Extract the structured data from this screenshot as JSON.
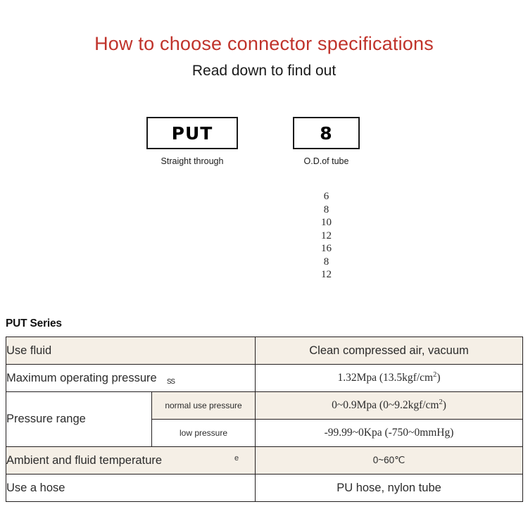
{
  "header": {
    "title": "How to choose connector specifications",
    "subtitle": "Read down to find out",
    "title_color": "#c0332b"
  },
  "selector": {
    "boxes": [
      {
        "name": "series-code",
        "value": "PUT",
        "caption": "Straight through"
      },
      {
        "name": "tube-od-code",
        "value": "8",
        "caption": "O.D.of tube"
      }
    ],
    "tube_options": [
      "6",
      "8",
      "10",
      "12",
      "16",
      "8",
      "12"
    ]
  },
  "spec": {
    "heading": "PUT Series",
    "tint_color": "#f5efe6",
    "rows": [
      {
        "label": "Use fluid",
        "sublabel": "",
        "value": "Clean compressed air, vacuum",
        "tint": true
      },
      {
        "label": "Maximum operating pressure",
        "sublabel": "",
        "value": "1.32Mpa  (13.5kgf/cm2)",
        "value_main": "1.32Mpa  (13.5kgf/cm",
        "value_sup": "2",
        "value_tail": ")",
        "tint": false
      },
      {
        "label": "Pressure range",
        "sublabel": "normal use pressure",
        "value_main": "0~0.9Mpa  (0~9.2kgf/cm",
        "value_sup": "2",
        "value_tail": ")",
        "tint": true
      },
      {
        "label": "",
        "sublabel": "low pressure",
        "value_main": "-99.99~0Kpa  (-750~0mmHg)",
        "value_sup": "",
        "value_tail": "",
        "tint": false
      },
      {
        "label": "Ambient and fluid temperature",
        "sublabel": "",
        "value": "0~60℃",
        "tint": true
      },
      {
        "label": "Use a hose",
        "sublabel": "",
        "value": "PU hose, nylon tube",
        "tint": false
      }
    ]
  },
  "artifacts": {
    "pressure_overlap": "ss",
    "temperature_stray": "e"
  }
}
